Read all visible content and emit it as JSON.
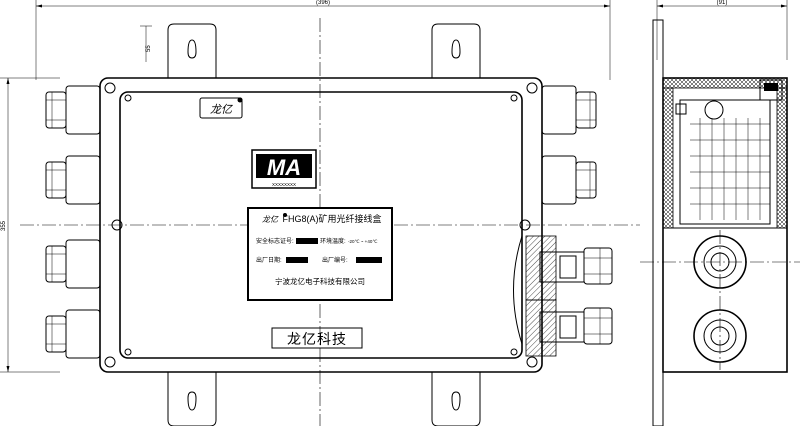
{
  "drawing": {
    "dimension_width": "(396)",
    "dimension_height": "355",
    "dimension_side_width": "(91)",
    "dimension_small": "55"
  },
  "box": {
    "brand_logo_text": "龙亿",
    "ma_mark": "MA",
    "ma_subtext": "XXXXXXXX",
    "bottom_label": "龙亿科技"
  },
  "nameplate": {
    "brand": "龙亿",
    "title": "FHG8(A)矿用光纤接线盒",
    "cert_label": "安全标志证号:",
    "temp_label": "环境温度:",
    "temp_value": "-20℃ ~ +40℃",
    "date_label": "出厂日期:",
    "serial_label": "出厂编号:",
    "company": "宁波龙亿电子科技有限公司"
  }
}
